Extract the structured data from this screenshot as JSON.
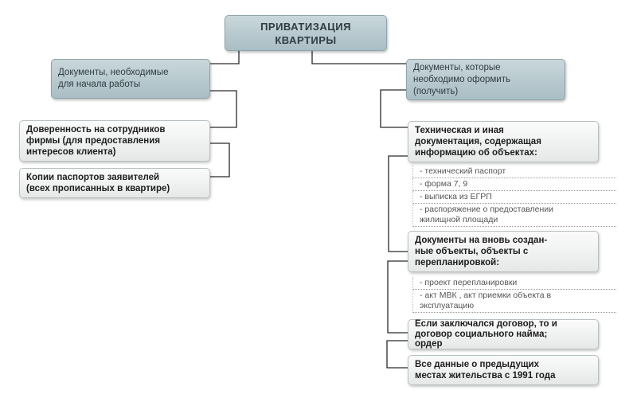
{
  "title": "ПРИВАТИЗАЦИЯ\nКВАРТИРЫ",
  "left": {
    "header": "Документы, необходимые\nдля начала работы",
    "items": [
      "Доверенность на сотрудников\nфирмы (для предоставления\nинтересов клиента)",
      "Копии паспортов заявителей\n(всех прописанных в квартире)"
    ]
  },
  "right": {
    "header": "Документы, которые\nнеобходимо оформить\n(получить)",
    "groups": [
      {
        "label": "Техническая и иная\nдокументация, содержащая\nинформацию об объектах:",
        "subitems": [
          "- технический паспорт",
          "- форма 7, 9",
          "- выписка из ЕГРП",
          "- распоряжение о предоставлении\nжилищной площади"
        ]
      },
      {
        "label": "Документы на вновь создан-\nные объекты, объекты с\nперепланировкой:",
        "subitems": [
          "- проект перепланировки",
          "- акт МВК , акт приемки объекта в\nэксплуатацию"
        ]
      },
      {
        "label": "Если заключался договор, то и\nдоговор социального найма;\nордер",
        "subitems": []
      },
      {
        "label": "Все данные о предыдущих\nместах жительства с 1991 года",
        "subitems": []
      }
    ]
  }
}
